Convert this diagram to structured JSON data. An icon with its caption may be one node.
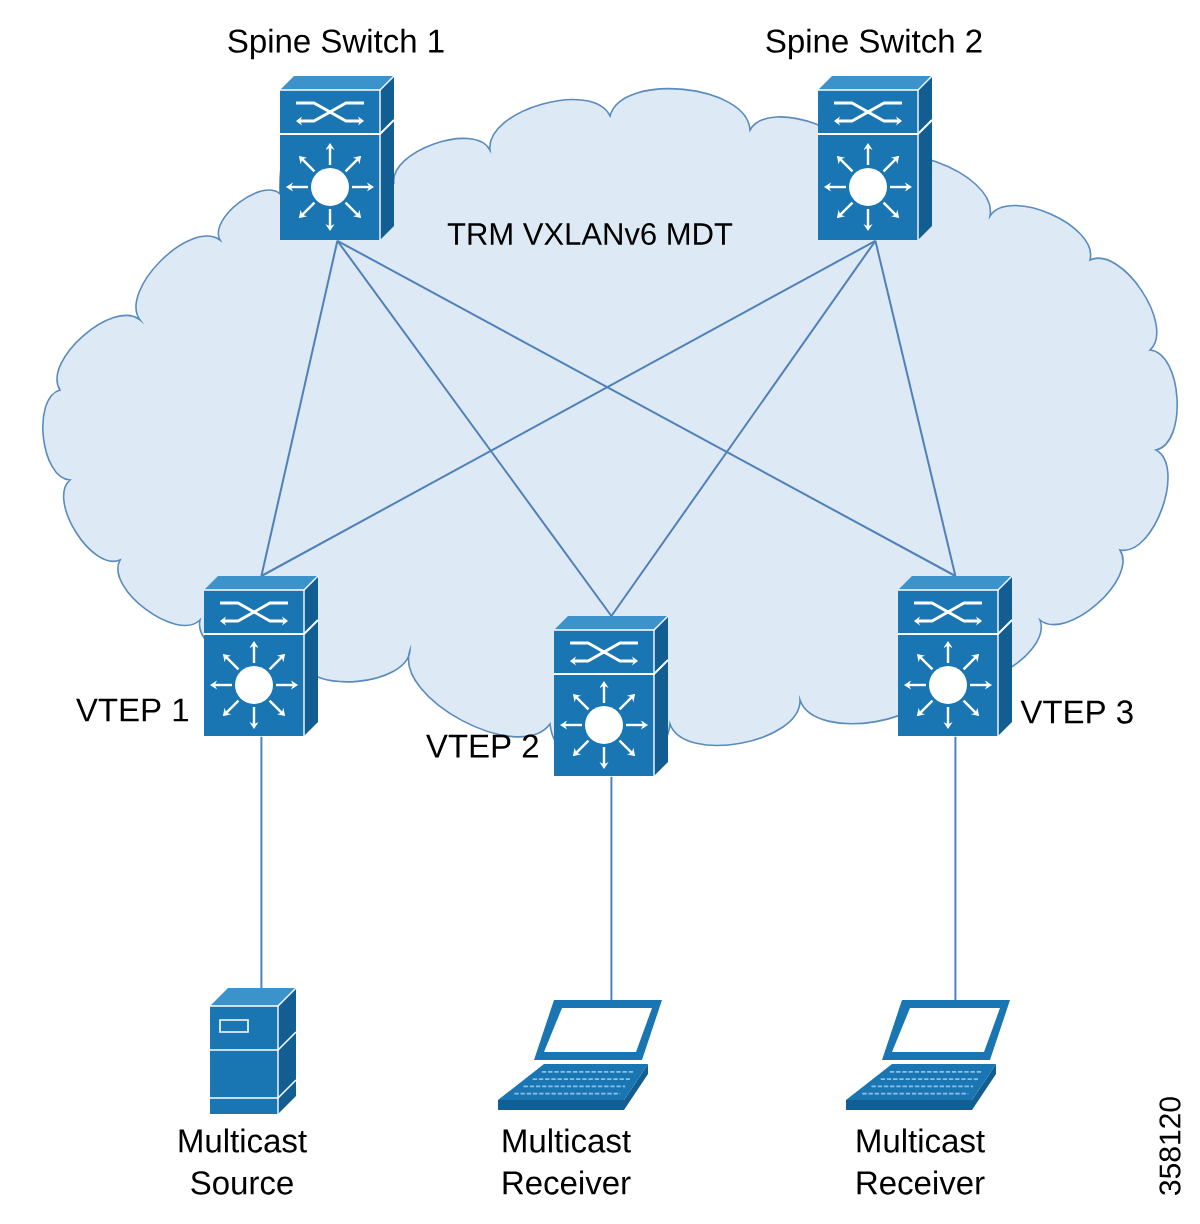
{
  "diagram": {
    "nodes": [
      {
        "text": [
          "TRM VXLANv6 MDT"
        ]
      },
      {
        "text": [
          "Spine Switch 1"
        ],
        "in": 0
      },
      {
        "text": [
          "Spine Switch 2"
        ],
        "in": 0
      },
      {
        "text": [
          "VTEP 1"
        ],
        "in": 0
      },
      {
        "text": [
          "VTEP 2"
        ],
        "in": 0
      },
      {
        "text": [
          "VTEP 3"
        ],
        "in": 0
      },
      {
        "text": [
          "Multicast Source"
        ]
      },
      {
        "text": [
          "Multicast Receiver"
        ]
      },
      {
        "text": [
          "Multicast Receiver"
        ]
      }
    ],
    "edges": [
      {
        "from": 1,
        "to": 3,
        "arrow": "none"
      },
      {
        "from": 1,
        "to": 4,
        "arrow": "none"
      },
      {
        "from": 1,
        "to": 5,
        "arrow": "none"
      },
      {
        "from": 2,
        "to": 3,
        "arrow": "none"
      },
      {
        "from": 2,
        "to": 4,
        "arrow": "none"
      },
      {
        "from": 2,
        "to": 5,
        "arrow": "none"
      },
      {
        "from": 3,
        "to": 6,
        "arrow": "none"
      },
      {
        "from": 4,
        "to": 7,
        "arrow": "none"
      },
      {
        "from": 5,
        "to": 8,
        "arrow": "none"
      }
    ],
    "labels": [
      "358120"
    ]
  }
}
